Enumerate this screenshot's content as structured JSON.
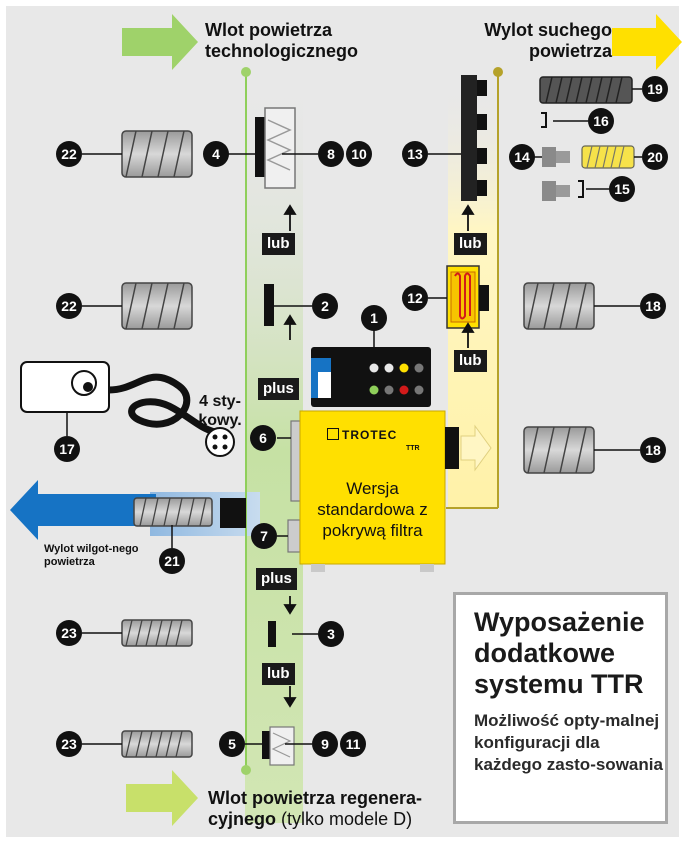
{
  "headings": {
    "inlet_process": "Wlot powietrza technologicznego",
    "outlet_dry": "Wylot suchego powietrza",
    "outlet_wet": "Wylot wilgot-nego powietrza",
    "inlet_regen_main": "Wlot powietrza regenera-cyjnego",
    "inlet_regen_note": "(tylko modele D)"
  },
  "labels": {
    "lub": "lub",
    "plus": "plus",
    "connector": "4 sty-kowy."
  },
  "unit": {
    "brand": "TROTEC",
    "model": "TTR",
    "caption": "Wersja standardowa z pokrywą filtra"
  },
  "info": {
    "title": "Wyposażenie dodatkowe systemu TTR",
    "subtitle": "Możliwość opty-malnej konfiguracji dla każdego zasto-sowania"
  },
  "numbers": {
    "n1": "1",
    "n2": "2",
    "n3": "3",
    "n4": "4",
    "n5": "5",
    "n6": "6",
    "n7": "7",
    "n8": "8",
    "n9": "9",
    "n10": "10",
    "n11": "11",
    "n12": "12",
    "n13": "13",
    "n14": "14",
    "n15": "15",
    "n16": "16",
    "n17": "17",
    "n18": "18",
    "n19": "19",
    "n20": "20",
    "n21": "21",
    "n22": "22",
    "n23": "23"
  },
  "colors": {
    "background": "#e8e8e8",
    "accent_yellow": "#ffe000",
    "arrow_green": "#9fd26a",
    "arrow_yellow": "#ffe000",
    "arrow_blue": "#1673c4",
    "lane_green": "#c8e3a6",
    "lane_yellow": "#fff3b0",
    "lane_blue": "#a9c8e6"
  }
}
